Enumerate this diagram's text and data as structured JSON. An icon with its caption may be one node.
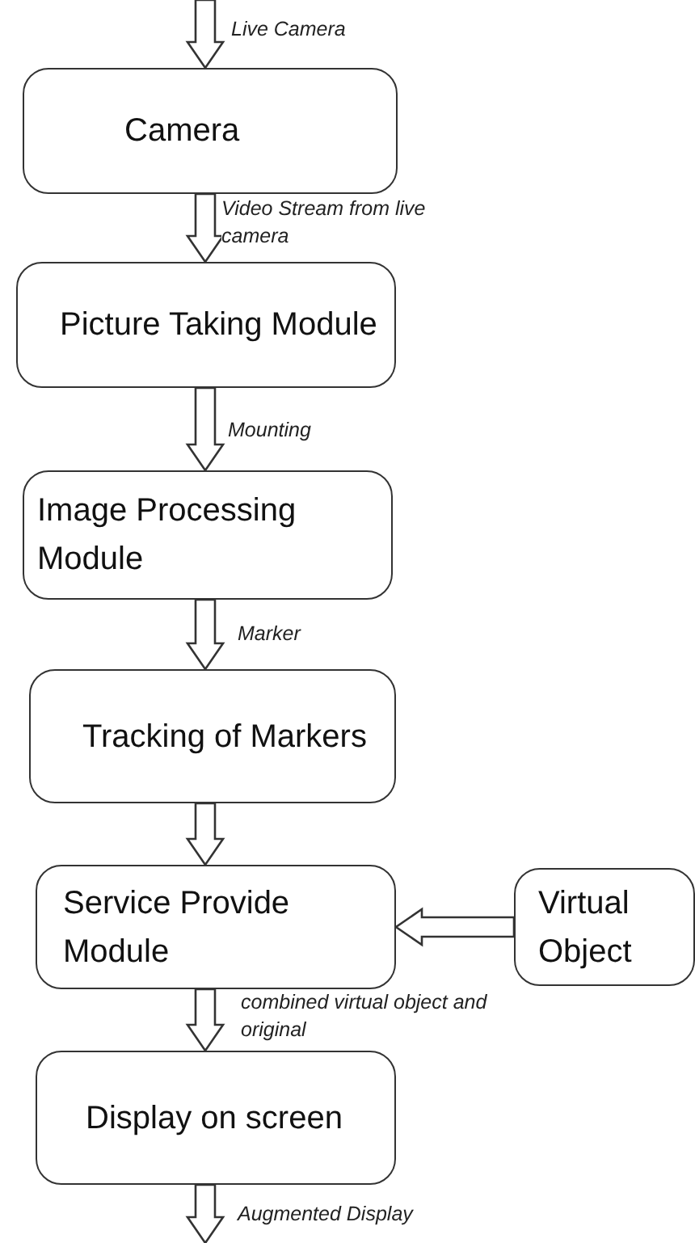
{
  "diagram": {
    "nodes": [
      {
        "text": [
          "Camera"
        ]
      },
      {
        "text": [
          "Picture Taking Module"
        ]
      },
      {
        "text": [
          "Image Processing Module"
        ]
      },
      {
        "text": [
          "Tracking of Markers"
        ]
      },
      {
        "text": [
          "Service Provide Module"
        ]
      },
      {
        "text": [
          "Virtual Object"
        ]
      },
      {
        "text": [
          "Display on screen"
        ]
      }
    ],
    "edges": [
      {
        "from": null,
        "to": 0,
        "arrow": "to",
        "label": "Live Camera"
      },
      {
        "from": 0,
        "to": 1,
        "arrow": "to",
        "label": "Video Stream from live camera"
      },
      {
        "from": 1,
        "to": 2,
        "arrow": "to",
        "label": "Mounting"
      },
      {
        "from": 2,
        "to": 3,
        "arrow": "to",
        "label": "Marker"
      },
      {
        "from": 3,
        "to": 4,
        "arrow": "to"
      },
      {
        "from": 5,
        "to": 4,
        "arrow": "to"
      },
      {
        "from": 4,
        "to": 6,
        "arrow": "to",
        "label": "combined virtual object and original"
      },
      {
        "from": 6,
        "to": null,
        "arrow": "to",
        "label": "Augmented Display"
      }
    ]
  }
}
